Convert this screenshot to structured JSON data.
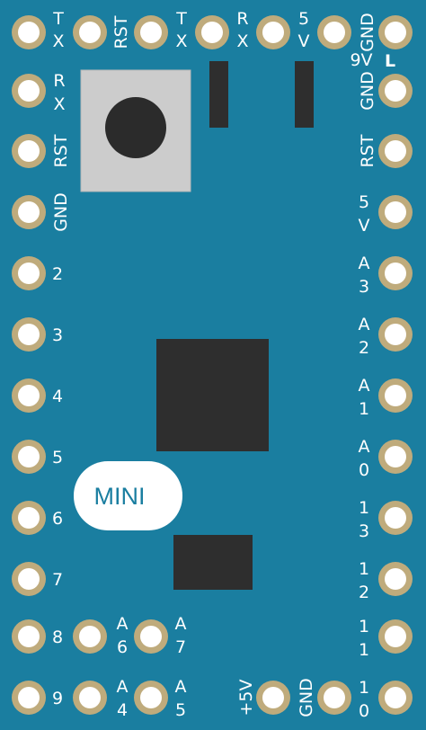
{
  "board": {
    "colors": {
      "pcb": "#1a7ea0",
      "pad_ring": "#bfab7c",
      "pad_hole": "#ffffff",
      "chip": "#2e2e2e",
      "button_body": "#cccccc",
      "label": "#ffffff"
    },
    "badge": "MINI",
    "pins": {
      "top": [
        {
          "l1": "T",
          "l2": "X"
        },
        {
          "l1": "RST",
          "l2": ""
        },
        {
          "l1": "T",
          "l2": "X"
        },
        {
          "l1": "R",
          "l2": "X"
        },
        {
          "l1": "5",
          "l2": "V"
        },
        {
          "l1": "GND",
          "l2": ""
        }
      ],
      "left": [
        {
          "l1": "R",
          "l2": "X"
        },
        {
          "l1": "RST",
          "l2": ""
        },
        {
          "l1": "GND",
          "l2": ""
        },
        {
          "l1": "2",
          "l2": ""
        },
        {
          "l1": "3",
          "l2": ""
        },
        {
          "l1": "4",
          "l2": ""
        },
        {
          "l1": "5",
          "l2": ""
        },
        {
          "l1": "6",
          "l2": ""
        },
        {
          "l1": "7",
          "l2": ""
        },
        {
          "l1": "8",
          "l2": ""
        },
        {
          "l1": "9",
          "l2": ""
        }
      ],
      "right": [
        {
          "l1": "GND",
          "l2": ""
        },
        {
          "l1": "RST",
          "l2": ""
        },
        {
          "l1": "5",
          "l2": "V"
        },
        {
          "l1": "A",
          "l2": "3"
        },
        {
          "l1": "A",
          "l2": "2"
        },
        {
          "l1": "A",
          "l2": "1"
        },
        {
          "l1": "A",
          "l2": "0"
        },
        {
          "l1": "1",
          "l2": "3"
        },
        {
          "l1": "1",
          "l2": "2"
        },
        {
          "l1": "1",
          "l2": "1"
        },
        {
          "l1": "1",
          "l2": "0"
        }
      ],
      "inner": [
        {
          "l1": "A",
          "l2": "6"
        },
        {
          "l1": "A",
          "l2": "7"
        },
        {
          "l1": "A",
          "l2": "4"
        },
        {
          "l1": "A",
          "l2": "5"
        },
        {
          "l1": "+5V",
          "l2": ""
        },
        {
          "l1": "GND",
          "l2": ""
        }
      ]
    },
    "corner_label": "9V",
    "corner_mark": "L"
  }
}
